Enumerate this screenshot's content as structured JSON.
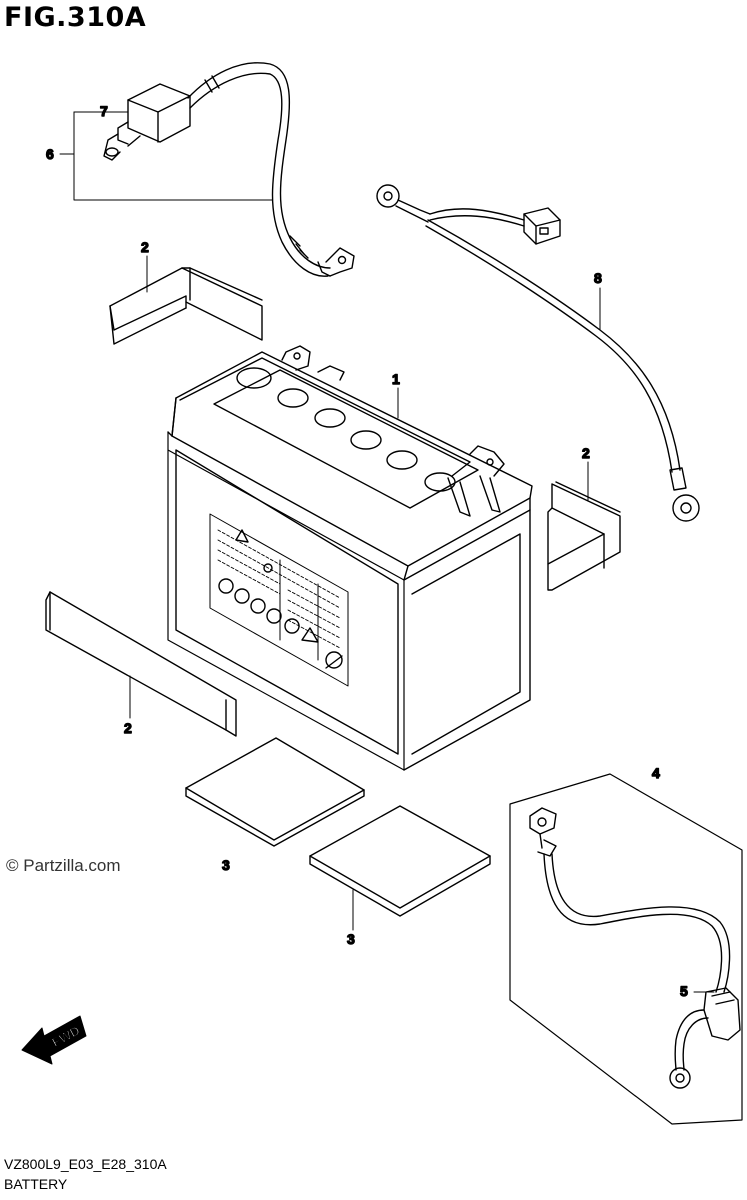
{
  "figure": {
    "title": "FIG.310A",
    "code": "VZ800L9_E03_E28_310A",
    "caption": "BATTERY",
    "watermark": "© Partzilla.com",
    "fwd_label": "FWD"
  },
  "callouts": {
    "c1": "1",
    "c2a": "2",
    "c2b": "2",
    "c2c": "2",
    "c3a": "3",
    "c3b": "3",
    "c4": "4",
    "c5": "5",
    "c6": "6",
    "c7": "7",
    "c8": "8"
  },
  "colors": {
    "line": "#000000",
    "background": "#ffffff"
  }
}
